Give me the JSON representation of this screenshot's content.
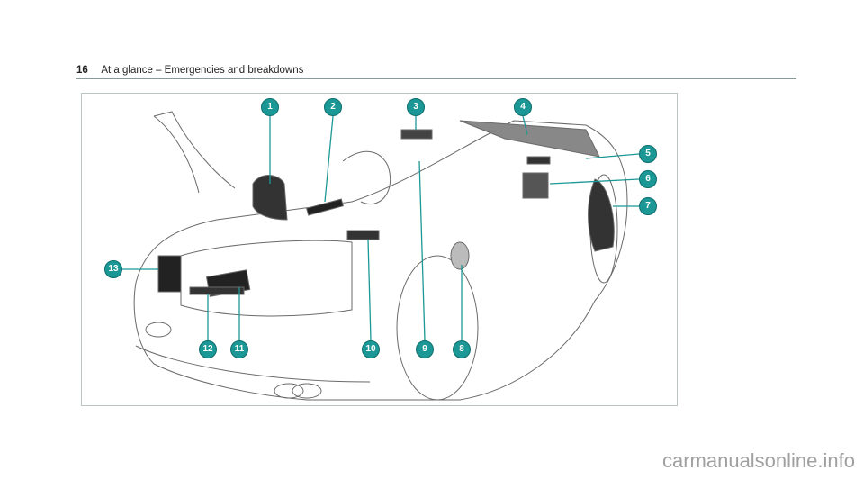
{
  "header": {
    "page_number": "16",
    "title": "At a glance – Emergencies and breakdowns"
  },
  "figure": {
    "callouts": [
      "1",
      "2",
      "3",
      "4",
      "5",
      "6",
      "7",
      "8",
      "9",
      "10",
      "11",
      "12",
      "13"
    ],
    "accent_color": "#1b9896"
  },
  "watermark": "carmanualsonline.info"
}
